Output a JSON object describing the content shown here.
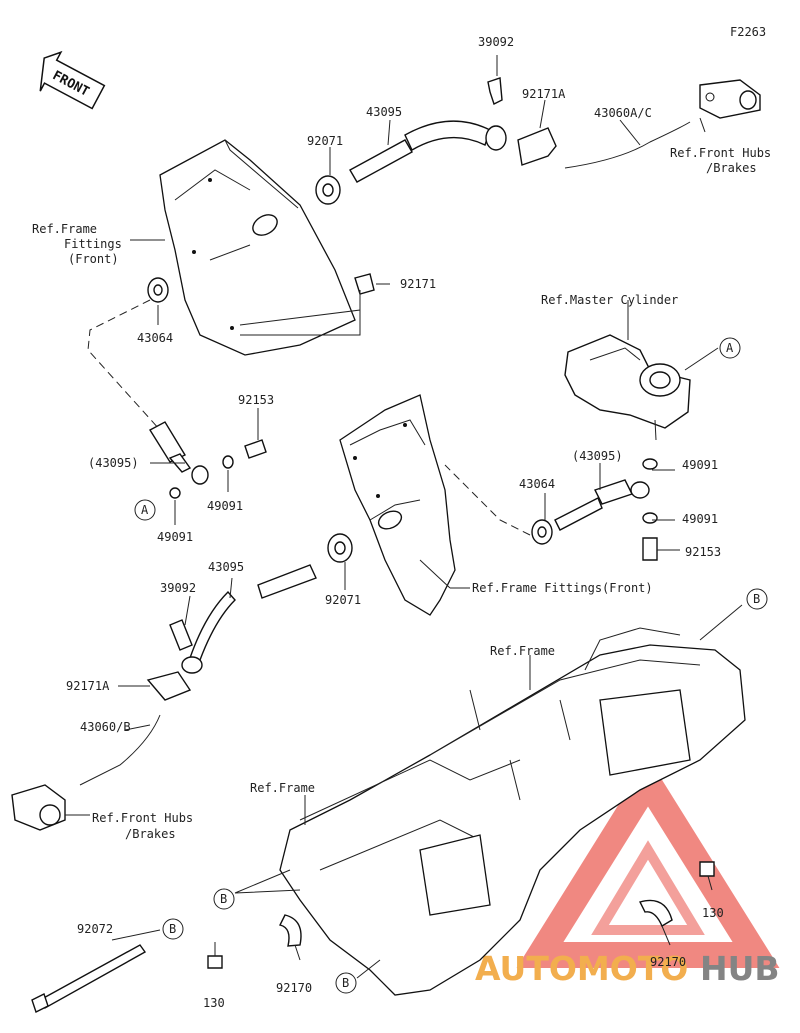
{
  "figure_code": "F2263",
  "front_label": "FRONT",
  "parts": {
    "p39092_top": "39092",
    "p43095_top": "43095",
    "p92071_top": "92071",
    "p92171A_top": "92171A",
    "p43060AC": "43060A/C",
    "p92171": "92171",
    "p43064_left": "43064",
    "p92153_left": "92153",
    "p43095_paren_left": "(43095)",
    "p49091_mid": "49091",
    "p49091_left": "49091",
    "p43095_paren_right": "(43095)",
    "p49091_right_top": "49091",
    "p43064_right": "43064",
    "p49091_right_bot": "49091",
    "p92153_right": "92153",
    "p39092_mid": "39092",
    "p43095_mid": "43095",
    "p92071_mid": "92071",
    "p92171A_mid": "92171A",
    "p43060B": "43060/B",
    "p92072": "92072",
    "p130_left": "130",
    "p92170_left": "92170",
    "p130_right": "130",
    "p92170_right": "92170"
  },
  "refs": {
    "front_hubs_top_1": "Ref.Front Hubs",
    "front_hubs_top_2": "/Brakes",
    "frame_fittings_1": "Ref.Frame",
    "frame_fittings_2": "Fittings",
    "frame_fittings_3": "(Front)",
    "master_cylinder": "Ref.Master Cylinder",
    "frame_fittings_front": "Ref.Frame Fittings(Front)",
    "frame_top": "Ref.Frame",
    "frame_left": "Ref.Frame",
    "front_hubs_bot_1": "Ref.Front Hubs",
    "front_hubs_bot_2": "/Brakes"
  },
  "callouts": {
    "a_right": "A",
    "a_left": "A",
    "b_top_right": "B",
    "b_mid_left": "B",
    "b_strap": "B",
    "b_bottom": "B"
  },
  "watermark": {
    "word_part1": "AUTOMOTO",
    "word_part2": "HUB",
    "color_red": "#e8443a",
    "color_orange": "#f0a030",
    "color_gray": "#6f6f6f"
  }
}
